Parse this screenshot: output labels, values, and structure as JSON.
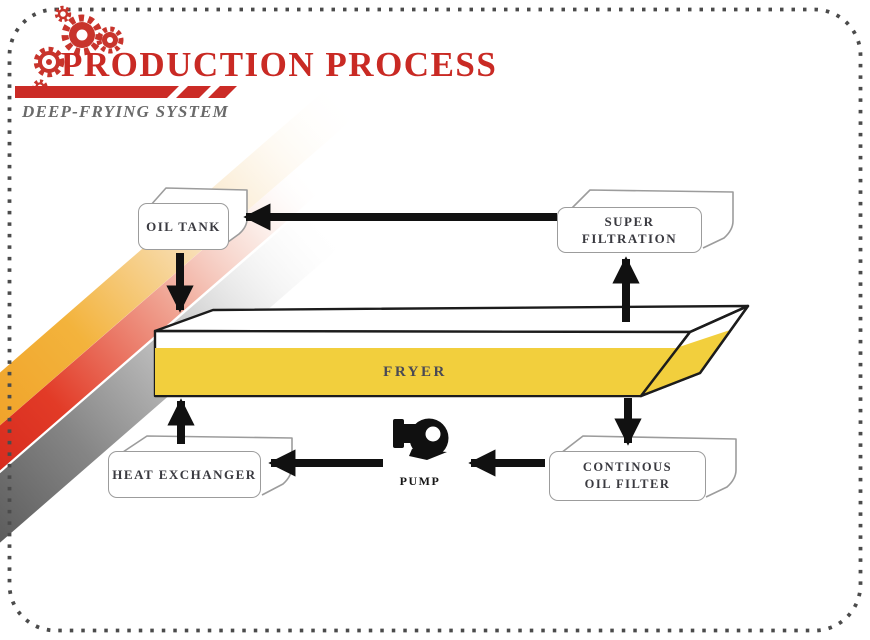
{
  "header": {
    "title": "PRODUCTION PROCESS",
    "subtitle": "DEEP-FRYING SYSTEM"
  },
  "nodes": {
    "oil_tank": "OIL TANK",
    "super_filtration": "SUPER FILTRATION",
    "fryer": "FRYER",
    "heat_exchanger": "HEAT EXCHANGER",
    "pump": "PUMP",
    "oil_filter_line1": "CONTINOUS",
    "oil_filter_line2": "OIL FILTER"
  },
  "connections": [
    {
      "from": "SUPER FILTRATION",
      "to": "OIL TANK"
    },
    {
      "from": "OIL TANK",
      "to": "FRYER"
    },
    {
      "from": "FRYER",
      "to": "SUPER FILTRATION"
    },
    {
      "from": "FRYER",
      "to": "CONTINOUS OIL FILTER"
    },
    {
      "from": "CONTINOUS OIL FILTER",
      "to": "PUMP"
    },
    {
      "from": "PUMP",
      "to": "HEAT EXCHANGER"
    },
    {
      "from": "HEAT EXCHANGER",
      "to": "FRYER"
    }
  ],
  "colors": {
    "title_red": "#c92a24",
    "accent_bar_red": "#cb2b26",
    "subtitle_gray": "#6a6a6a",
    "fryer_yellow": "#f2cf3d",
    "arrow_black": "#111111",
    "box_border_gray": "#9c9c9c",
    "label_ink": "#3a3a40",
    "stripe_orange": "#ef9c21",
    "stripe_red": "#cf2018",
    "stripe_gray": "#4a4a4a",
    "border_dash_gray": "#4b4b4b"
  },
  "icons": {
    "gears": "gears-icon",
    "pump": "pump-icon"
  }
}
